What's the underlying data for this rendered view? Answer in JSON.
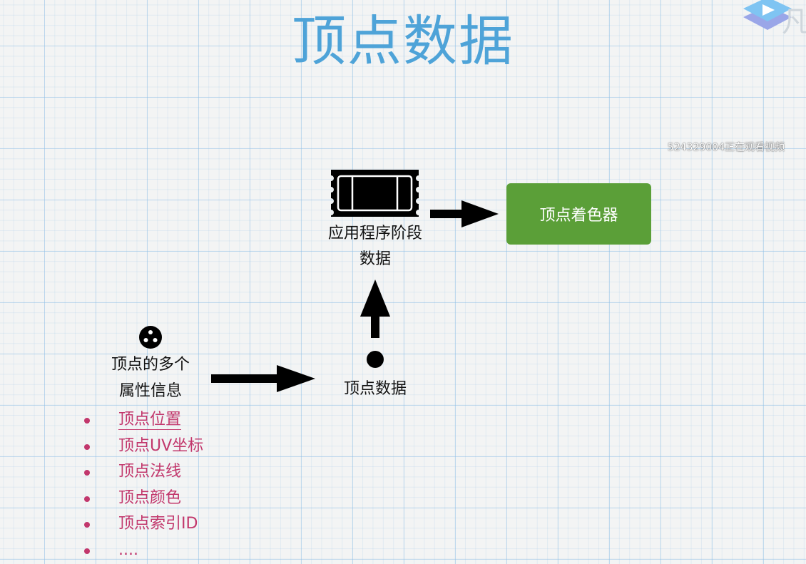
{
  "slide": {
    "title": "顶点数据",
    "watermark": "524329004正在观看视频",
    "corner_char": "凡"
  },
  "diagram": {
    "app_stage_label_line1": "应用程序阶段",
    "app_stage_label_line2": "数据",
    "vertex_shader_label": "顶点着色器",
    "vertex_data_label": "顶点数据",
    "attributes_label_line1": "顶点的多个",
    "attributes_label_line2": "属性信息",
    "attributes": [
      "顶点位置",
      "顶点UV坐标",
      "顶点法线",
      "顶点颜色",
      "顶点索引ID",
      "...."
    ]
  },
  "colors": {
    "title": "#4ea3d8",
    "shader_box": "#5b9f38",
    "bullet": "#c2376c"
  },
  "icons": [
    "app-logo-icon",
    "ticket-icon",
    "dots-circle-icon",
    "arrow-right-icon",
    "arrow-up-icon",
    "dot-icon"
  ]
}
